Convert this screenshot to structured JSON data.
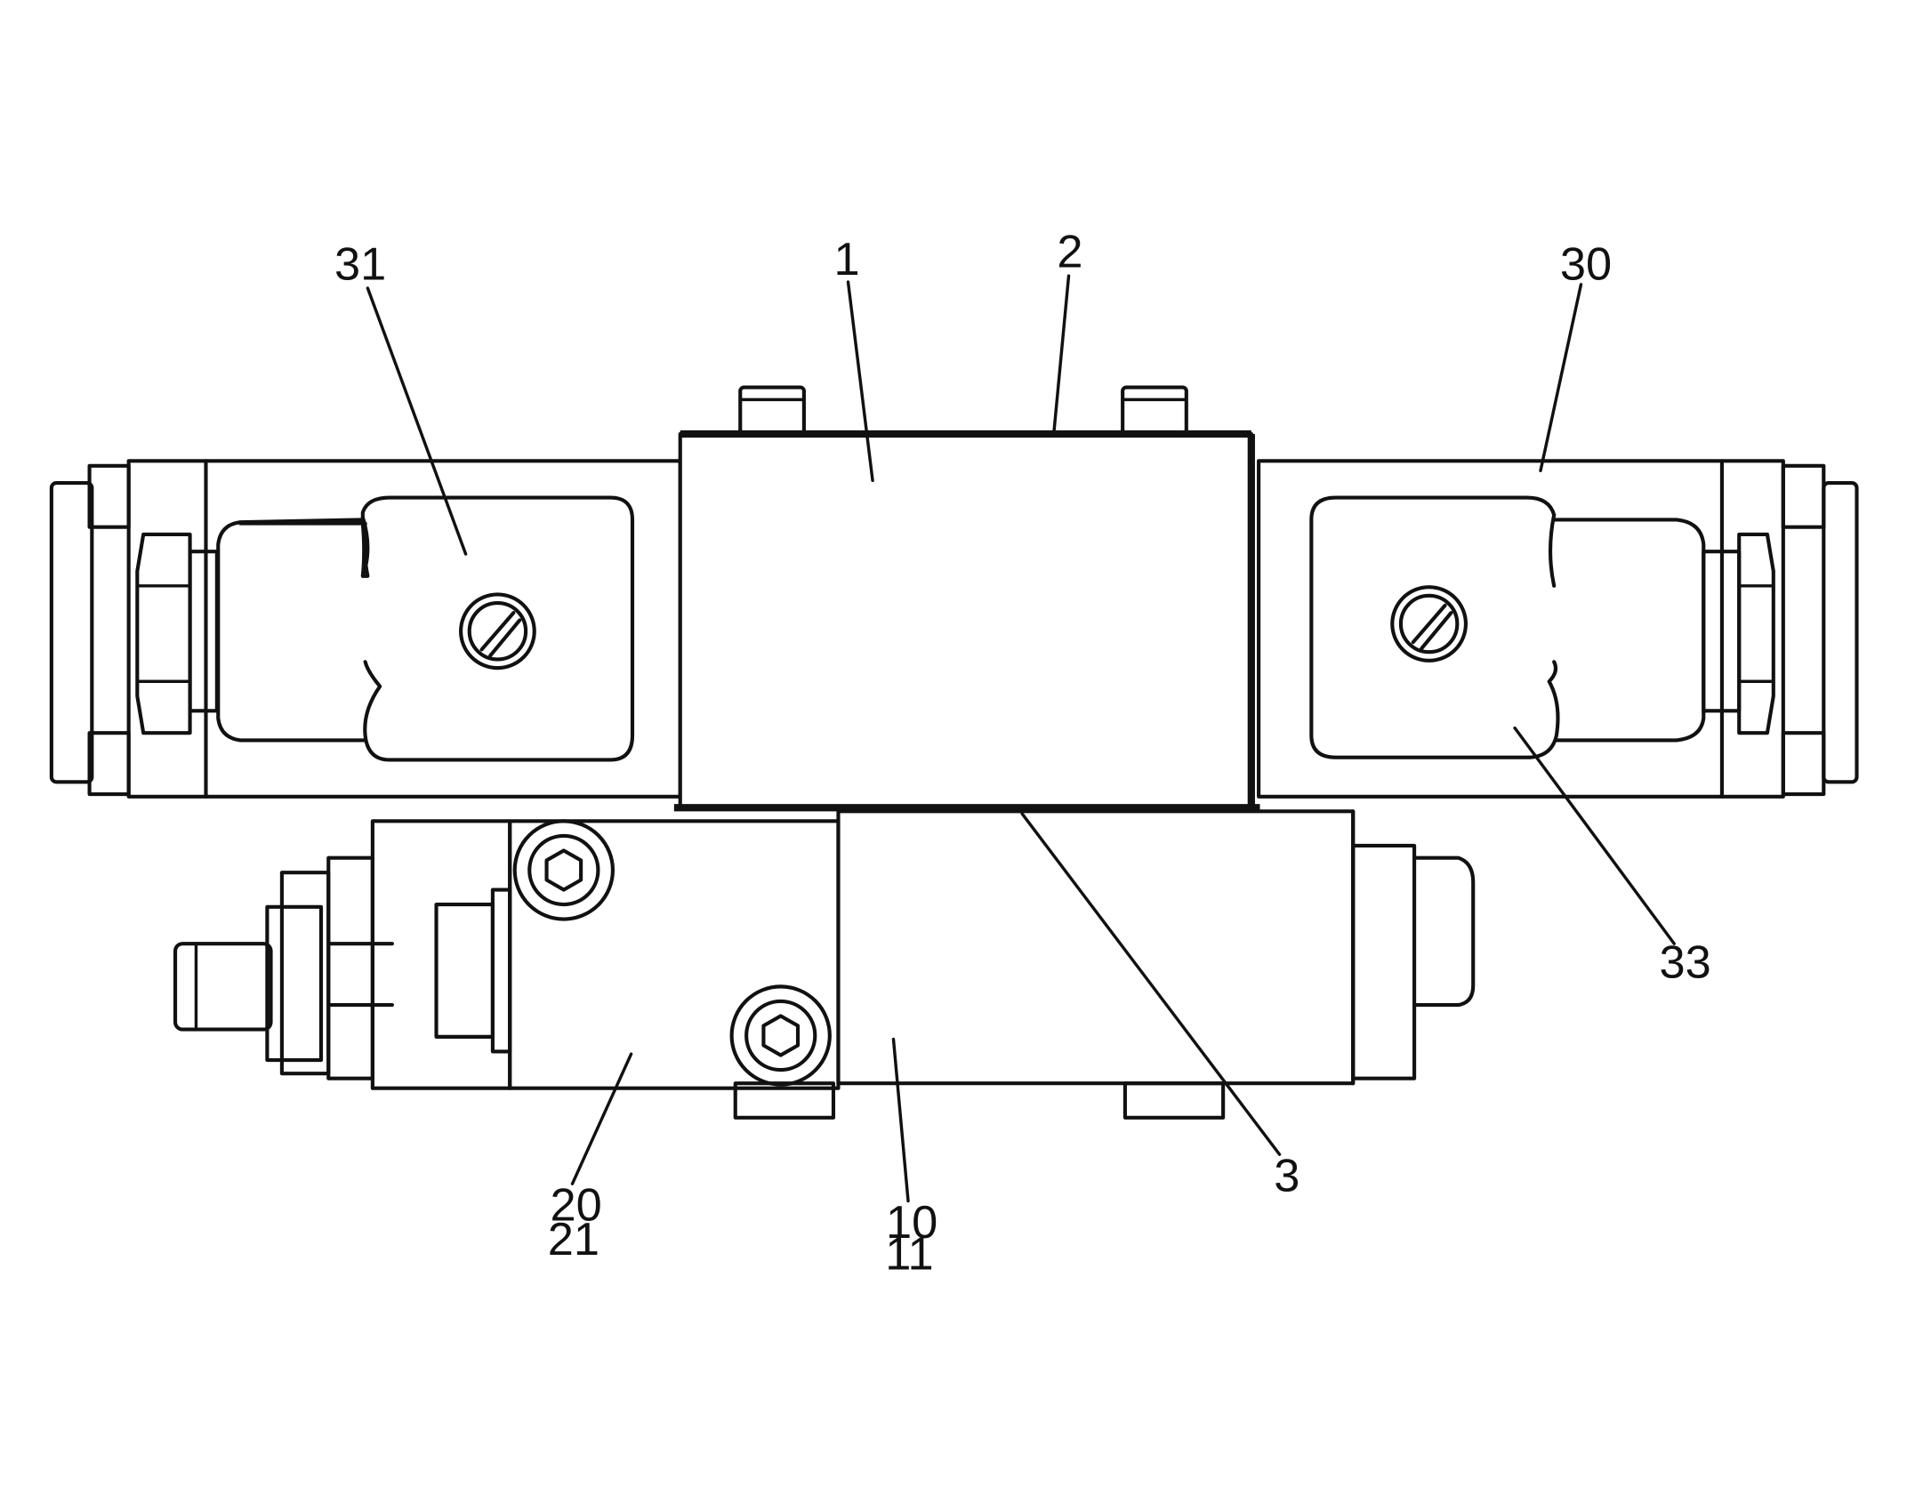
{
  "callouts": {
    "c1": "1",
    "c2": "2",
    "c3": "3",
    "c10": "10",
    "c11": "11",
    "c20": "20",
    "c21": "21",
    "c30": "30",
    "c31": "31",
    "c33": "33"
  }
}
